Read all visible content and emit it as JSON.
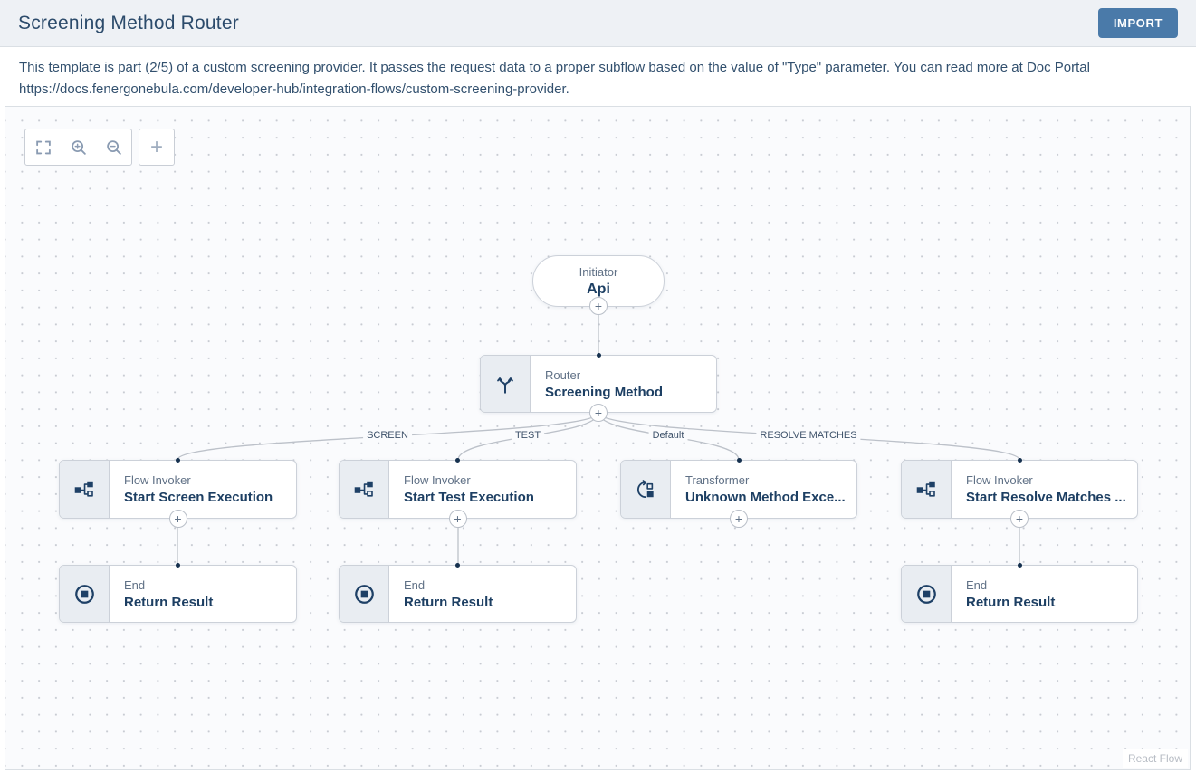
{
  "header": {
    "title": "Screening Method Router",
    "import_label": "IMPORT"
  },
  "description": "This template is part (2/5) of a custom screening provider. It passes the request data to a proper subflow based on the value of \"Type\" parameter. You can read more at Doc Portal https://docs.fenergonebula.com/developer-hub/integration-flows/custom-screening-provider.",
  "toolbar": {
    "add_label": "+"
  },
  "flow": {
    "plus_label": "+",
    "nodes": [
      {
        "type": "Initiator",
        "title": "Api"
      },
      {
        "type": "Router",
        "title": "Screening Method"
      },
      {
        "type": "Flow Invoker",
        "title": "Start Screen Execution"
      },
      {
        "type": "Flow Invoker",
        "title": "Start Test Execution"
      },
      {
        "type": "Transformer",
        "title": "Unknown Method Exce..."
      },
      {
        "type": "Flow Invoker",
        "title": "Start Resolve Matches ..."
      },
      {
        "type": "End",
        "title": "Return Result"
      },
      {
        "type": "End",
        "title": "Return Result"
      },
      {
        "type": "End",
        "title": "Return Result"
      }
    ],
    "edge_labels": [
      "SCREEN",
      "TEST",
      "Default",
      "RESOLVE MATCHES"
    ],
    "attribution": "React Flow"
  },
  "colors": {
    "header_bg": "#eef1f5",
    "title_text": "#2c4b6b",
    "import_button": "#4a7aa9",
    "canvas_bg": "#fafbfd",
    "node_border": "#ccd1d9",
    "node_icon_bg": "#e9edf2",
    "node_title": "#1d3f63",
    "node_type": "#607186",
    "edge": "#bcc1c9",
    "handle": "#16314f"
  }
}
